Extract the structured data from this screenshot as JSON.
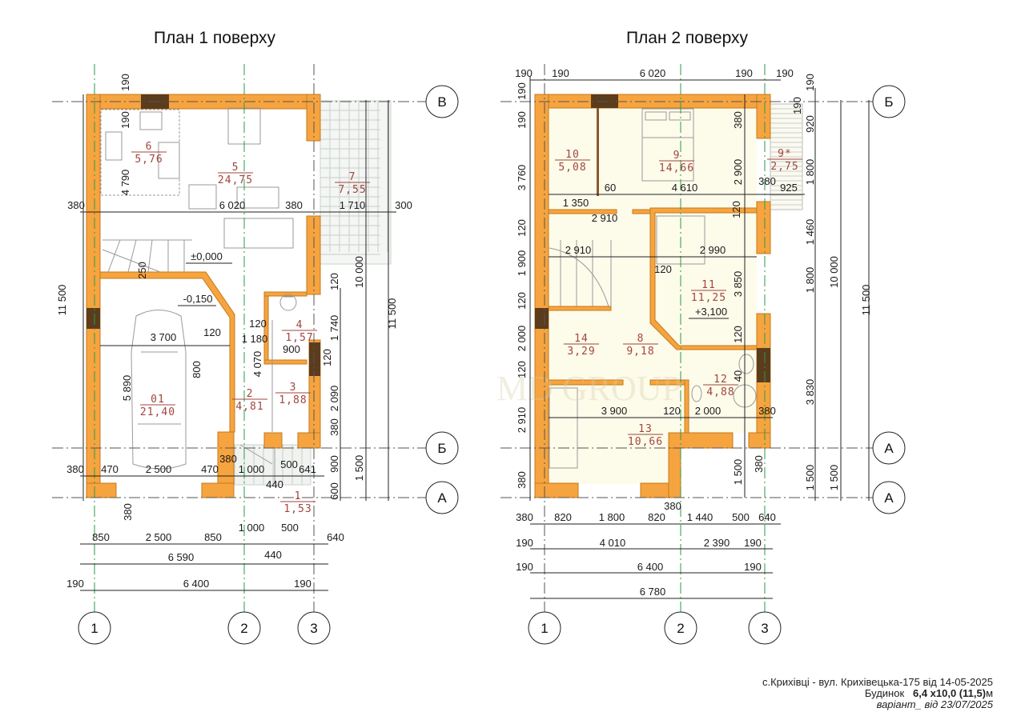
{
  "floor1": {
    "title": "План 1 поверху",
    "rooms": [
      {
        "number": "6",
        "area": "5,76"
      },
      {
        "number": "5",
        "area": "24,75"
      },
      {
        "number": "7",
        "area": "7,55"
      },
      {
        "number": "01",
        "area": "21,40"
      },
      {
        "number": "2",
        "area": "4,81"
      },
      {
        "number": "3",
        "area": "1,88"
      },
      {
        "number": "4",
        "area": "1,57"
      },
      {
        "number": "1",
        "area": "1,53"
      }
    ],
    "levels": [
      "±0,000",
      "-0,150"
    ],
    "dims": [
      "190",
      "190",
      "4 790",
      "380",
      "6 020",
      "380",
      "1 710",
      "300",
      "250",
      "11 500",
      "10 000",
      "11 500",
      "120",
      "3 700",
      "120",
      "120",
      "1 180",
      "900",
      "1 740",
      "120",
      "4 070",
      "800",
      "5 890",
      "2 090",
      "380",
      "380",
      "470",
      "2 500",
      "470",
      "380",
      "1 000",
      "500",
      "641",
      "440",
      "900",
      "600",
      "1 500",
      "380",
      "850",
      "2 500",
      "850",
      "1 000",
      "500",
      "640",
      "6 590",
      "440",
      "190",
      "6 400",
      "190"
    ],
    "axes_rows": [
      "В",
      "Б",
      "А"
    ],
    "axes_cols": [
      "1",
      "2",
      "3"
    ]
  },
  "floor2": {
    "title": "План 2 поверху",
    "rooms": [
      {
        "number": "10",
        "area": "5,08"
      },
      {
        "number": "9",
        "area": "14,66"
      },
      {
        "number": "9*",
        "area": "2,75"
      },
      {
        "number": "11",
        "area": "11,25"
      },
      {
        "number": "14",
        "area": "3,29"
      },
      {
        "number": "8",
        "area": "9,18"
      },
      {
        "number": "12",
        "area": "4,88"
      },
      {
        "number": "13",
        "area": "10,66"
      }
    ],
    "levels": [
      "+3,100"
    ],
    "dims": [
      "190",
      "190",
      "6 020",
      "190",
      "190",
      "190",
      "190",
      "3 760",
      "120",
      "1 900",
      "120",
      "2 000",
      "120",
      "2 910",
      "380",
      "380",
      "2 900",
      "1 350",
      "60",
      "4 610",
      "380",
      "925",
      "120",
      "2 910",
      "2 910",
      "2 990",
      "120",
      "3 850",
      "120",
      "3 900",
      "120",
      "2 000",
      "380",
      "40",
      "3 830",
      "1 500",
      "380",
      "380",
      "190",
      "190",
      "920",
      "1 800",
      "1 460",
      "1 800",
      "10 000",
      "11 500",
      "1 500",
      "1 500",
      "380",
      "820",
      "1 800",
      "820",
      "1 440",
      "500",
      "640",
      "190",
      "4 010",
      "2 390",
      "190",
      "190",
      "6 400",
      "190",
      "6 780"
    ],
    "axes_rows": [
      "Б",
      "А",
      "А"
    ],
    "axes_cols": [
      "1",
      "2",
      "3"
    ]
  },
  "watermark": "MD GROUP",
  "footer": {
    "address": "с.Крихівці - вул. Крихівецька-175 від 14-05-2025",
    "building_label": "Будинок",
    "building_size": "6,4 х10,0 (11,5)",
    "unit": "м",
    "variant": "варіант_ від 23/07/2025"
  },
  "colors": {
    "wall": "#f6a43f",
    "room_label": "#a0463f",
    "floor2_fill": "#fdfbea"
  }
}
